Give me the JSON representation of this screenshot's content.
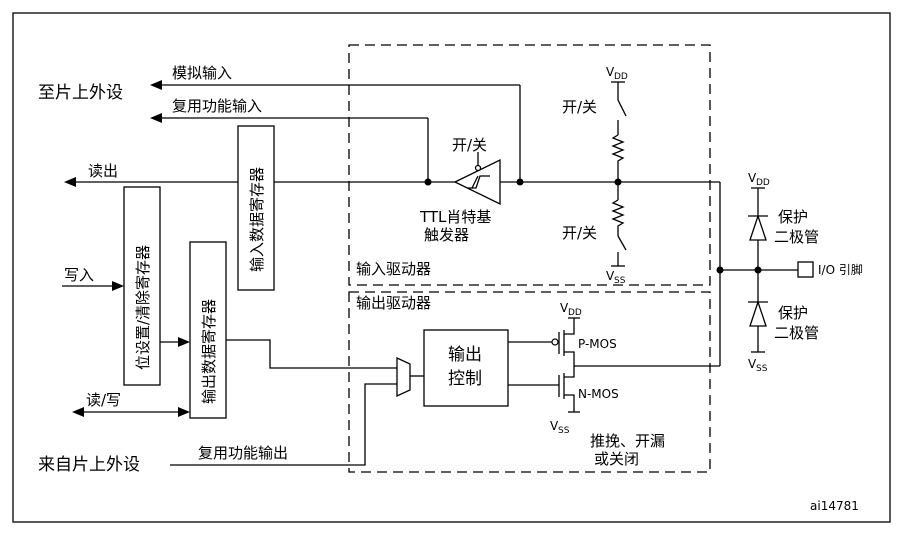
{
  "to_peripheral": "至片上外设",
  "from_peripheral": "来自片上外设",
  "analog_input": "模拟输入",
  "alt_func_input": "复用功能输入",
  "alt_func_output": "复用功能输出",
  "read_out": "读出",
  "write_in": "写入",
  "read_write": "读/写",
  "input_data_reg": "输入数据寄存器",
  "bit_set_reset_reg": "位设置/清除寄存器",
  "output_data_reg": "输出数据寄存器",
  "onoff": "开/关",
  "schmitt_line1": "TTL肖特基",
  "schmitt_line2": "触发器",
  "input_driver": "输入驱动器",
  "output_driver": "输出驱动器",
  "output_control_line1": "输出",
  "output_control_line2": "控制",
  "pmos": "P-MOS",
  "nmos": "N-MOS",
  "vdd": "V",
  "vdd_sub": "DD",
  "vss": "V",
  "vss_sub": "SS",
  "mode_line1": "推挽、开漏",
  "mode_line2": "或关闭",
  "protect_line1": "保护",
  "protect_line2": "二极管",
  "io_pin": "I/O 引脚",
  "figure_id": "ai14781"
}
